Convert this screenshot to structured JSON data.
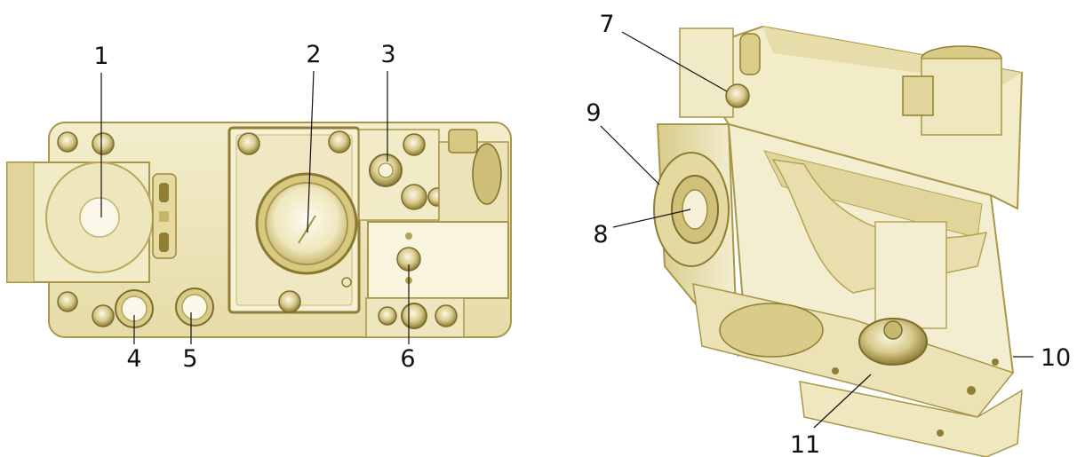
{
  "callouts": [
    {
      "id": "1",
      "label": "1"
    },
    {
      "id": "2",
      "label": "2"
    },
    {
      "id": "3",
      "label": "3"
    },
    {
      "id": "4",
      "label": "4"
    },
    {
      "id": "5",
      "label": "5"
    },
    {
      "id": "6",
      "label": "6"
    },
    {
      "id": "7",
      "label": "7"
    },
    {
      "id": "8",
      "label": "8"
    },
    {
      "id": "9",
      "label": "9"
    },
    {
      "id": "10",
      "label": "10"
    },
    {
      "id": "11",
      "label": "11"
    }
  ],
  "colors": {
    "body": "#efe9c4",
    "light": "#f7f3da",
    "shade": "#c9bd7c",
    "dark": "#9e8d3f",
    "outline": "#7d6d2c",
    "screw": "#b4a354"
  }
}
